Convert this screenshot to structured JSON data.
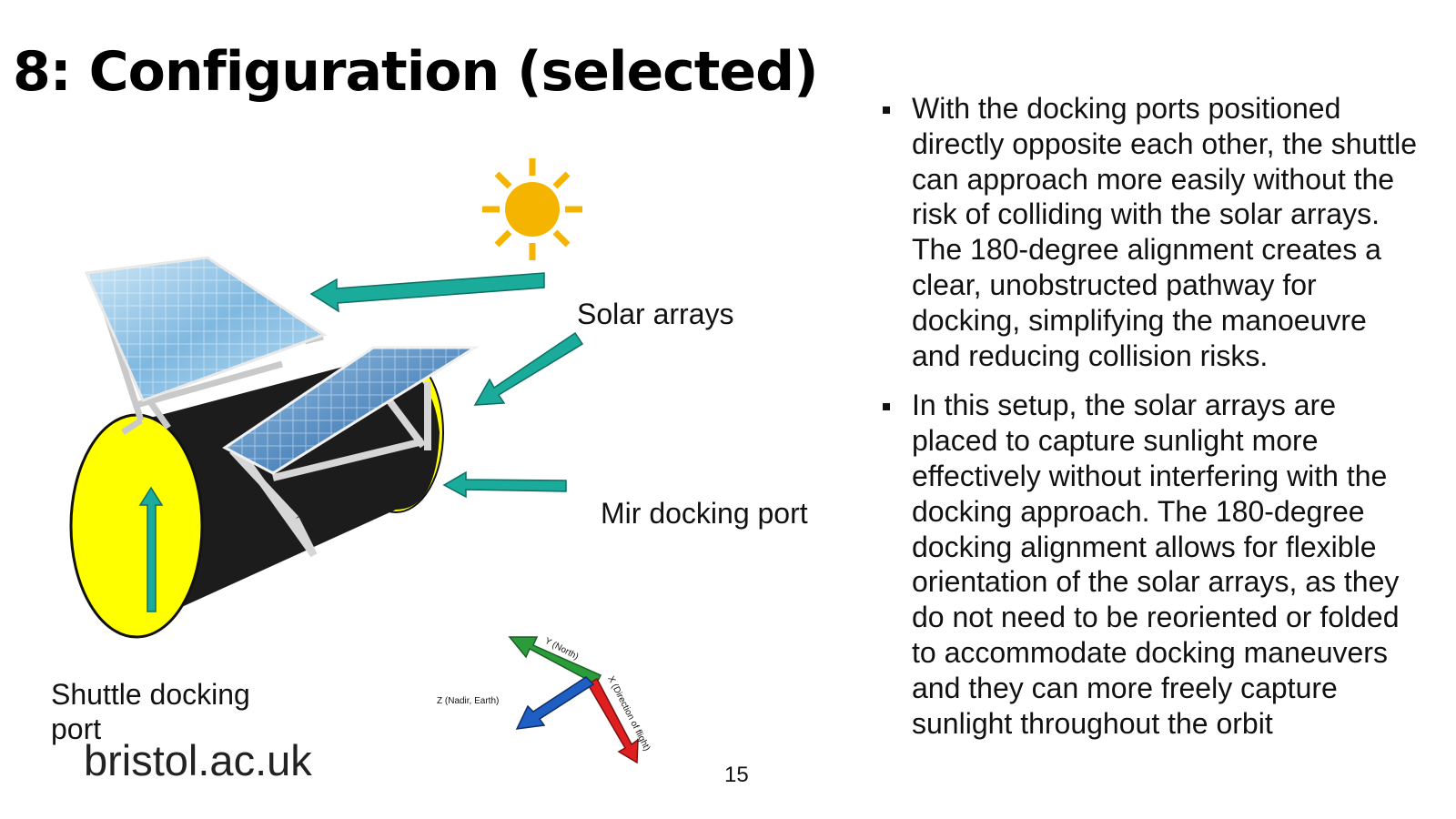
{
  "slide": {
    "title": "8:  Configuration (selected)",
    "labels": {
      "solar_arrays": "Solar arrays",
      "mir_docking_port": "Mir docking port",
      "shuttle_docking_port": "Shuttle docking port"
    },
    "axes": {
      "y": "Y (North)",
      "x": "X (Direction of flight)",
      "z": "Z (Nadir, Earth)"
    },
    "brand": "bristol.ac.uk",
    "page_number": "15",
    "bullets": [
      "With the docking ports positioned directly opposite each other, the shuttle can approach more easily without the risk of colliding with the solar arrays. The 180-degree alignment creates a clear, unobstructed pathway for docking, simplifying the manoeuvre and reducing collision risks.",
      "In this setup, the solar arrays are placed to capture sunlight more effectively without interfering with the docking approach. The 180-degree docking alignment allows for flexible orientation of the solar arrays, as they do not need to be reoriented or folded to accommodate docking maneuvers and they can more freely capture sunlight throughout the orbit"
    ],
    "colors": {
      "arrow_teal": "#1aab9b",
      "port_yellow": "#ffff00",
      "sun": "#f5b400",
      "axis_x": "#e02020",
      "axis_y": "#2a9d3a",
      "axis_z": "#1f5fc4"
    },
    "icons": [
      "sun-icon",
      "solar-panel-icon",
      "cylinder-module",
      "axis-triad"
    ]
  }
}
